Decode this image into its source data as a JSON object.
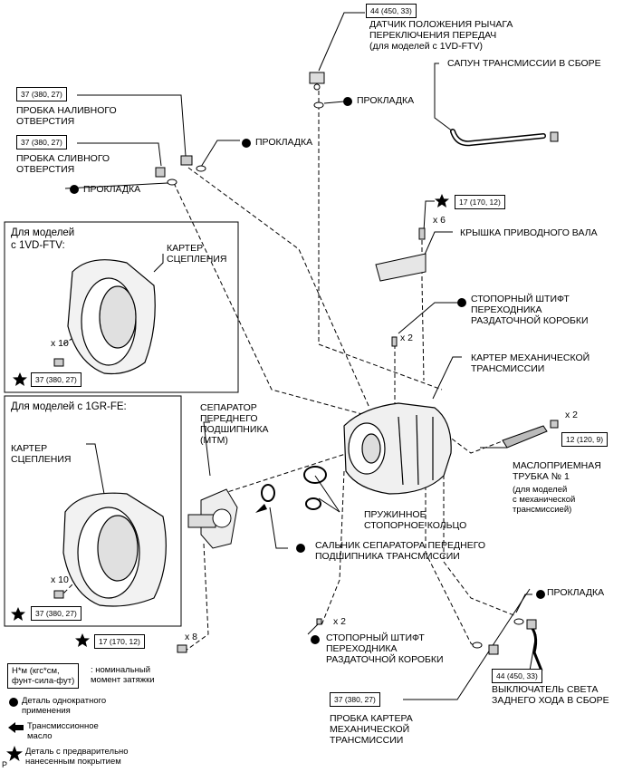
{
  "labels": {
    "sensor_torque": "44 (450, 33)",
    "sensor_name": "ДАТЧИК ПОЛОЖЕНИЯ РЫЧАГА\nПЕРЕКЛЮЧЕНИЯ ПЕРЕДАЧ\n(для моделей с 1VD-FTV)",
    "breather": "САПУН ТРАНСМИССИИ В СБОРЕ",
    "gasket": "ПРОКЛАДКА",
    "fill_plug_torque": "37 (380, 27)",
    "fill_plug": "ПРОБКА НАЛИВНОГО\nОТВЕРСТИЯ",
    "drain_plug_torque": "37 (380, 27)",
    "drain_plug": "ПРОБКА СЛИВНОГО\nОТВЕРСТИЯ",
    "cover_torque": "17 (170, 12)",
    "x6": "x 6",
    "cover": "КРЫШКА ПРИВОДНОГО ВАЛА",
    "pin_upper": "СТОПОРНЫЙ ШТИФТ\nПЕРЕХОДНИКА\nРАЗДАТОЧНОЙ КОРОБКИ",
    "x2": "x 2",
    "case_mt": "КАРТЕР МЕХАНИЧЕСКОЙ\nТРАНСМИССИИ",
    "models_1vd": "Для моделей\nс 1VD-FTV:",
    "clutch_housing": "КАРТЕР\nСЦЕПЛЕНИЯ",
    "x10": "x 10",
    "clutch_torque": "37 (380, 27)",
    "models_1gr": "Для моделей с 1GR-FE:",
    "separator": "СЕПАРАТОР\nПЕРЕДНЕГО\nПОДШИПНИКА\n(MTM)",
    "oil_tube_torque": "12 (120, 9)",
    "oil_tube": "МАСЛОПРИЕМНАЯ\nТРУБКА № 1",
    "oil_tube_note": "(для моделей\nс механической\nтрансмиссией)",
    "snap_ring": "ПРУЖИННОЕ\nСТОПОРНОЕ КОЛЬЦО",
    "oil_seal": "САЛЬНИК СЕПАРАТОРА ПЕРЕДНЕГО\nПОДШИПНИКА ТРАНСМИССИИ",
    "bolt_torque": "17 (170, 12)",
    "x8": "x 8",
    "pin_lower": "СТОПОРНЫЙ ШТИФТ\nПЕРЕХОДНИКА\nРАЗДАТОЧНОЙ КОРОБКИ",
    "case_plug_torque": "37 (380, 27)",
    "case_plug": "ПРОБКА КАРТЕРА\nМЕХАНИЧЕСКОЙ\nТРАНСМИССИИ",
    "reverse_torque": "44 (450, 33)",
    "reverse_switch": "ВЫКЛЮЧАТЕЛЬ СВЕТА\nЗАДНЕГО ХОДА В СБОРЕ",
    "page_mark": "P"
  },
  "legend": {
    "unit_box": "Н*м (кгс*см,\nфунт-сила-фут)",
    "unit_desc": ": номинальный\nмомент затяжки",
    "single_use": "Деталь однократного\nприменения",
    "oil": "Трансмиссионное\nмасло",
    "precoated": "Деталь с предварительно\nнанесенным покрытием"
  },
  "colors": {
    "ink": "#000000",
    "paper": "#ffffff"
  }
}
